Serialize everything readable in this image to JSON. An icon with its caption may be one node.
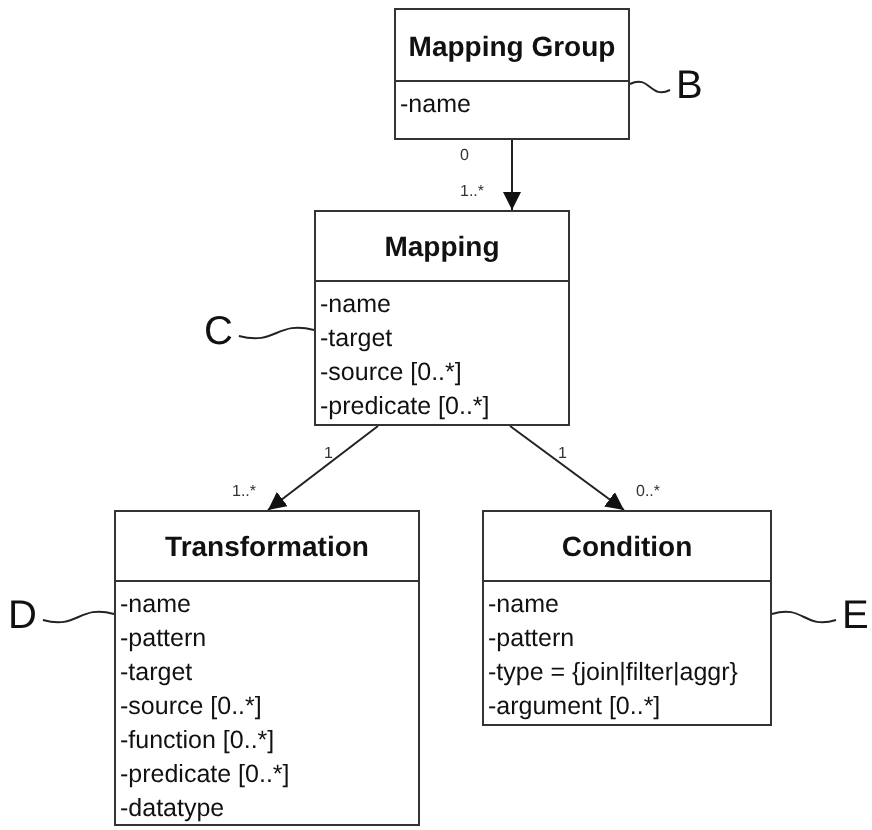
{
  "diagram": {
    "nodes": [
      {
        "text": [
          "Mapping Group",
          "-name"
        ]
      },
      {
        "text": [
          "Mapping",
          "-name",
          "-target",
          "-source [0..*]",
          "-predicate [0..*]"
        ]
      },
      {
        "text": [
          "Transformation",
          "-name",
          "-pattern",
          "-target",
          "-source [0..*]",
          "-function [0..*]",
          "-predicate [0..*]",
          "-datatype"
        ]
      },
      {
        "text": [
          "Condition",
          "-name",
          "-pattern",
          "-type = {join|filter|aggr}",
          "-argument [0..*]"
        ]
      },
      {
        "text": [
          "B"
        ]
      },
      {
        "text": [
          "C"
        ]
      },
      {
        "text": [
          "D"
        ]
      },
      {
        "text": [
          "E"
        ]
      }
    ],
    "edges": [
      {
        "from": 0,
        "to": 1,
        "arrow": "to"
      },
      {
        "from": 1,
        "to": 2,
        "arrow": "to"
      },
      {
        "from": 1,
        "to": 3,
        "arrow": "to"
      },
      {
        "from": 4,
        "to": 0,
        "arrow": "none"
      },
      {
        "from": 5,
        "to": 1,
        "arrow": "none"
      },
      {
        "from": 6,
        "to": 2,
        "arrow": "none"
      },
      {
        "from": 7,
        "to": 3,
        "arrow": "none"
      }
    ],
    "labels": [
      "0",
      "1..*",
      "1",
      "1..*",
      "1",
      "0..*"
    ]
  }
}
